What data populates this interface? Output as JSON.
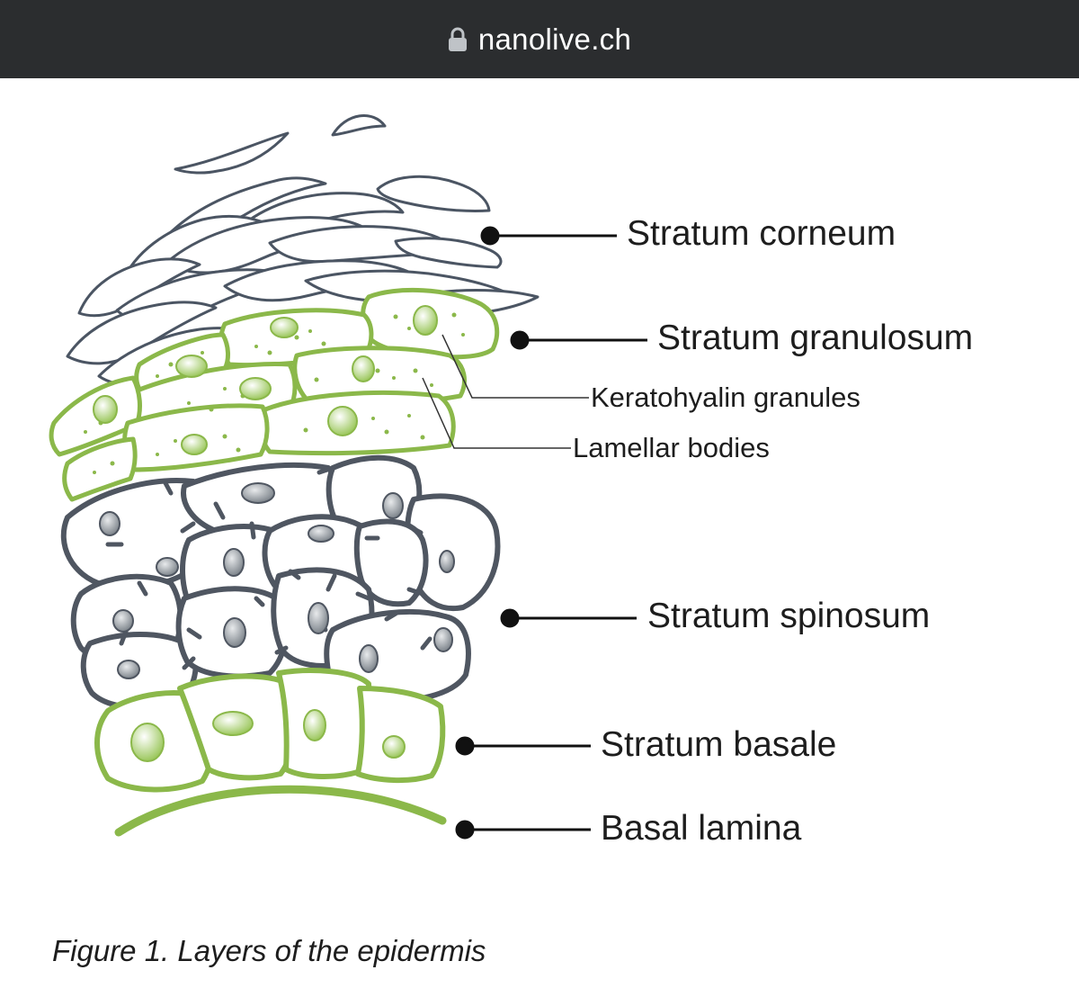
{
  "browser": {
    "url": "nanolive.ch",
    "lock_icon": "lock-icon"
  },
  "diagram": {
    "labels": {
      "stratum_corneum": "Stratum corneum",
      "stratum_granulosum": "Stratum granulosum",
      "keratohyalin_granules": "Keratohyalin granules",
      "lamellar_bodies": "Lamellar bodies",
      "stratum_spinosum": "Stratum spinosum",
      "stratum_basale": "Stratum basale",
      "basal_lamina": "Basal lamina"
    },
    "colors": {
      "corneum_outline": "#4b5563",
      "green": "#8bb84a",
      "green_light": "#b9d98a",
      "spinosum_outline": "#4f5661",
      "nucleus_gray": "#8f959c",
      "leader_line": "#111111"
    }
  },
  "caption": "Figure 1. Layers of the epidermis"
}
